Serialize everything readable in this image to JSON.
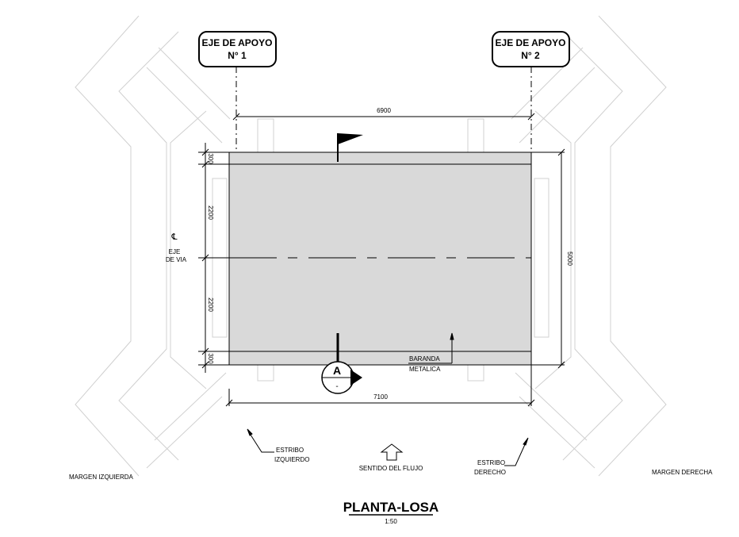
{
  "drawing": {
    "title": "PLANTA-LOSA",
    "scale": "1:50"
  },
  "axes_labels": {
    "support_1": [
      "EJE DE APOYO",
      "N° 1"
    ],
    "support_2": [
      "EJE DE APOYO",
      "N° 2"
    ],
    "road_axis": [
      "EJE",
      "DE VIA"
    ]
  },
  "dimensions": {
    "span_top": "6900",
    "length_bottom": "7100",
    "width_right": "5000",
    "lane_top": "2200",
    "lane_bottom": "2200",
    "curb_top": "300",
    "curb_bottom": "300"
  },
  "annotations": {
    "railing": [
      "BARANDA",
      "METALICA"
    ],
    "section_mark": "A",
    "section_sub": "-",
    "abutment_left": [
      "ESTRIBO",
      "IZQUIERDO"
    ],
    "abutment_right": [
      "ESTRIBO",
      "DERECHO"
    ],
    "flow": "SENTIDO DEL FLUJO",
    "bank_left": "MARGEN IZQUIERDA",
    "bank_right": "MARGEN DERECHA"
  },
  "colors": {
    "slab_fill": "#d9d9d9",
    "line": "#000000",
    "faint": "#cfcfcf"
  }
}
